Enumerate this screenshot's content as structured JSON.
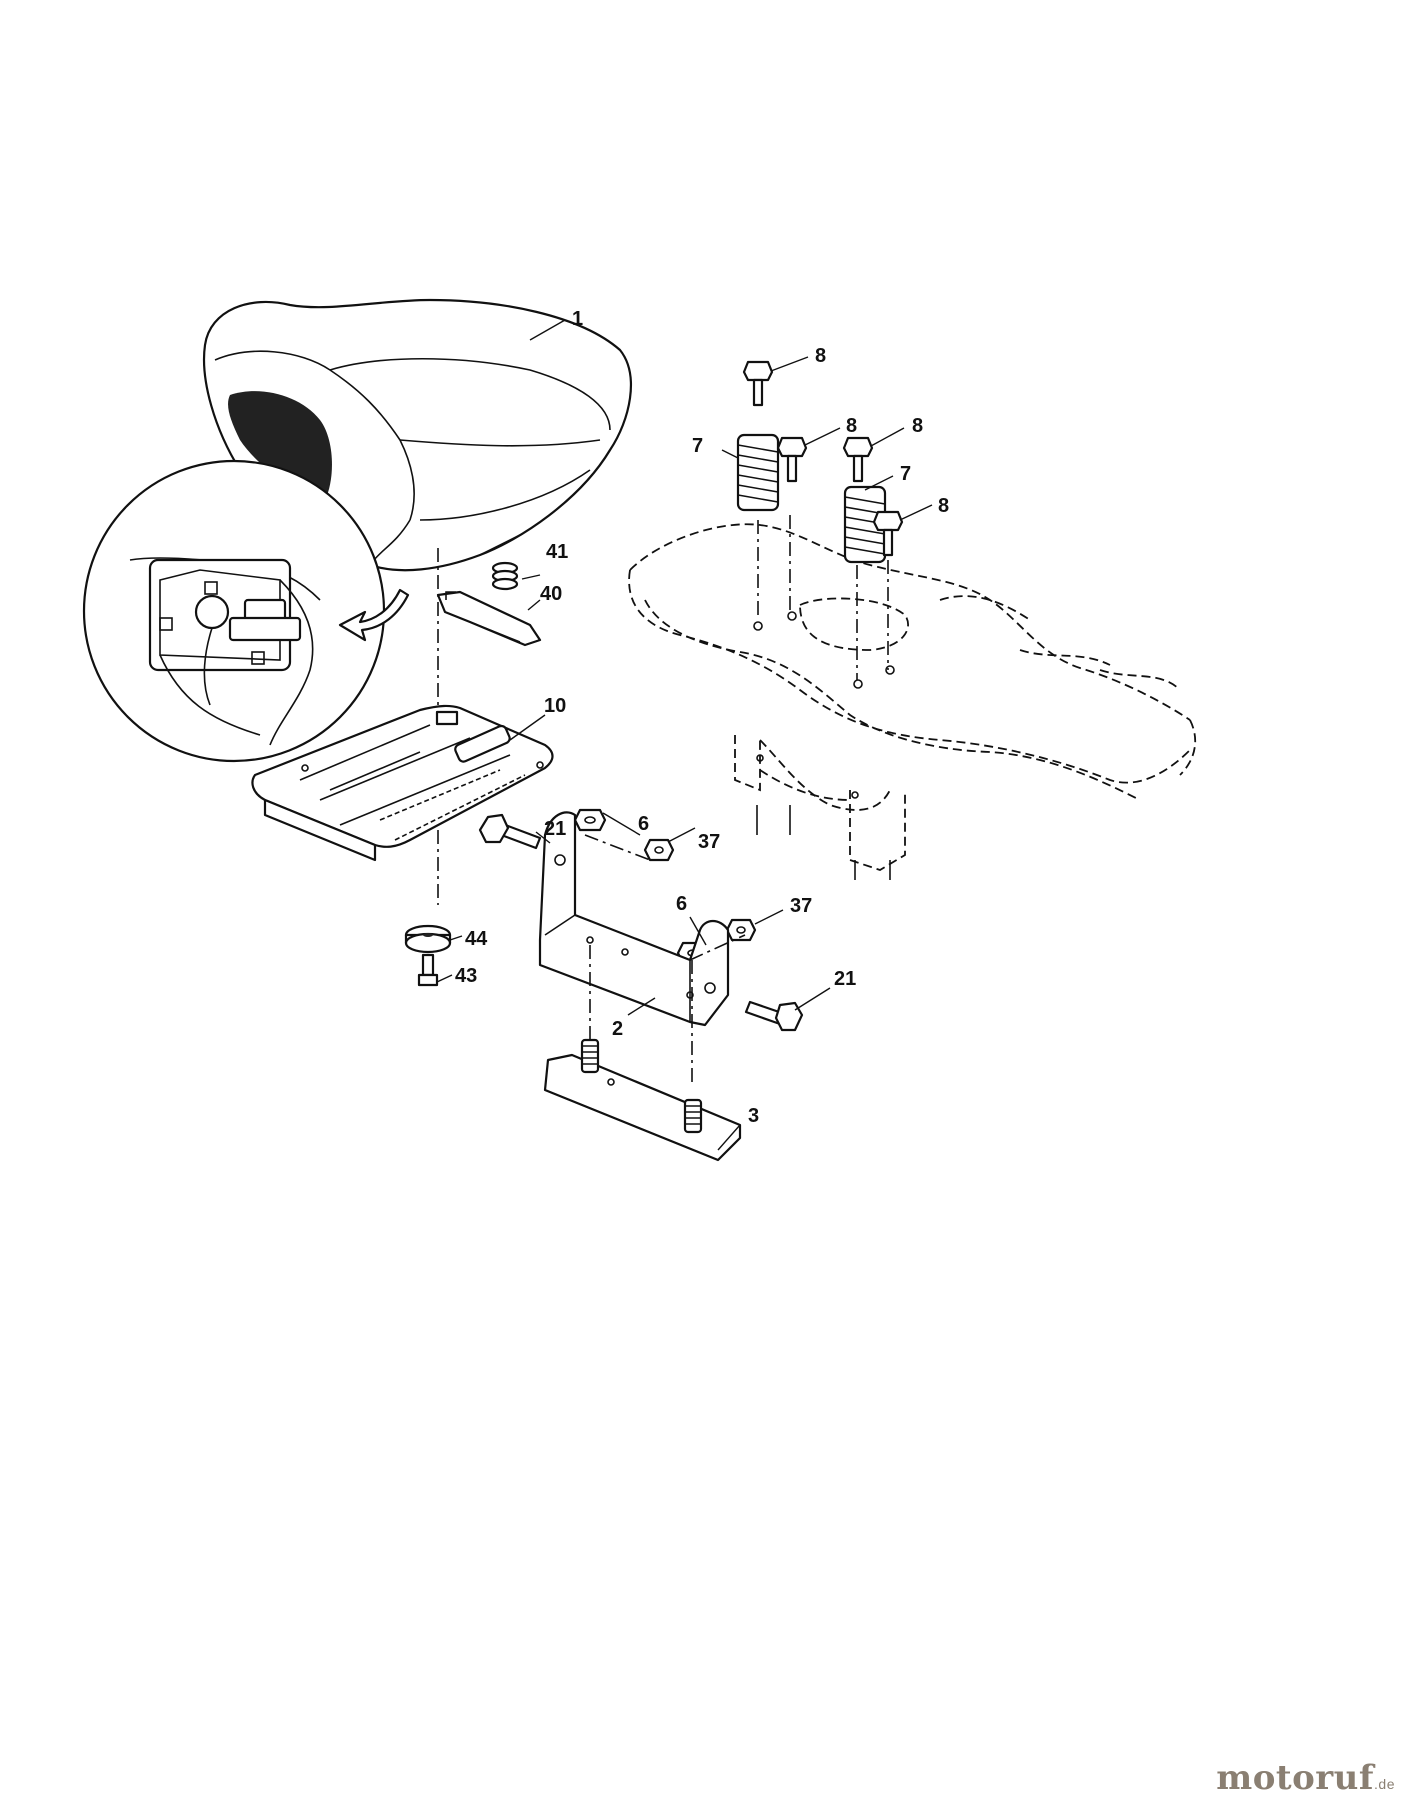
{
  "callouts": {
    "seat": "1",
    "bracket": "2",
    "plate": "3",
    "nut_upper": "6",
    "nut_lower": "6",
    "spring_left": "7",
    "spring_right": "7",
    "bolt_top": "8",
    "bolt_mid_left": "8",
    "bolt_mid_right": "8",
    "bolt_low": "8",
    "seat_pan": "10",
    "bolt_21_left": "21",
    "bolt_21_right": "21",
    "nut_37_upper": "37",
    "nut_37_lower": "37",
    "clip": "40",
    "spring_small": "41",
    "screw": "43",
    "washer": "44"
  },
  "brand": {
    "name": "motoruf",
    "suffix": ".de"
  },
  "colors": {
    "ink": "#111111",
    "brand": "#8a7f72"
  }
}
